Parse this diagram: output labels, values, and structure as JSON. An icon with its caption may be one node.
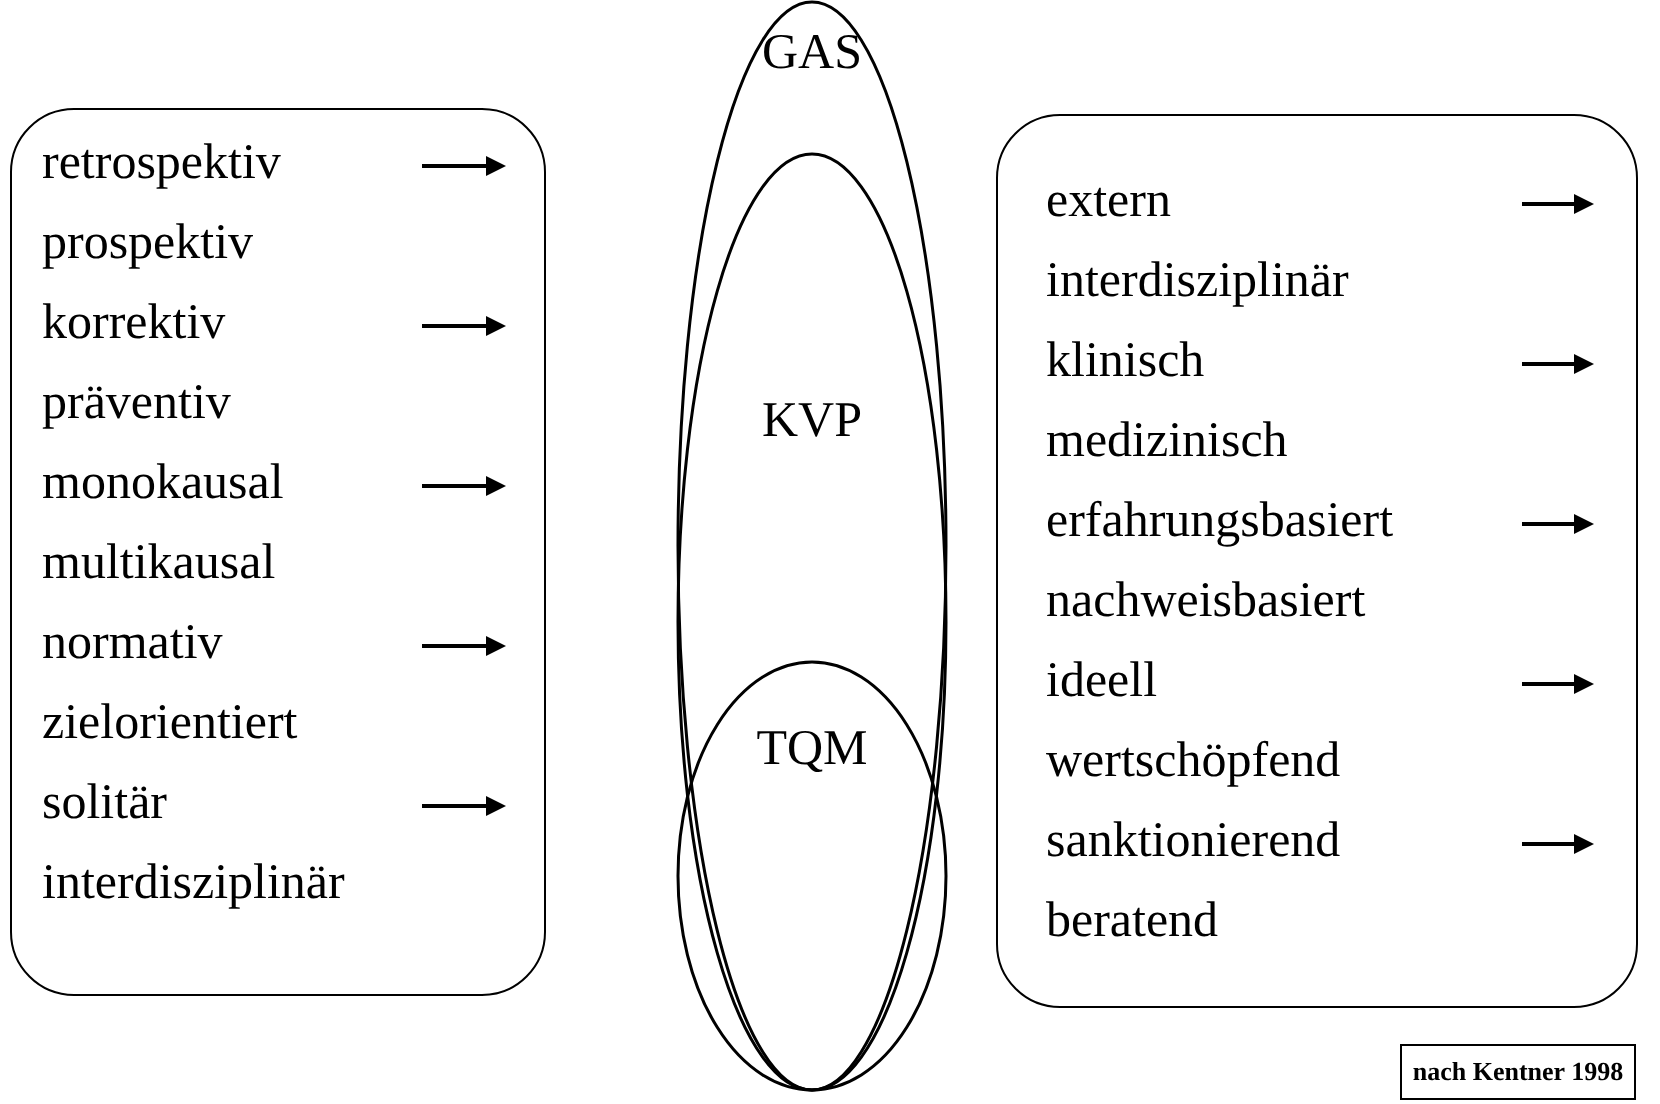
{
  "diagram": {
    "nodes": [
      {
        "text": [
          "retrospektiv",
          "prospektiv",
          "korrektiv",
          "präventiv",
          "monokausal",
          "multikausal",
          "normativ",
          "zielorientiert",
          "solitär",
          "interdisziplinär"
        ]
      },
      {
        "text": [
          "GAS"
        ]
      },
      {
        "text": [
          "KVP"
        ],
        "in": 1
      },
      {
        "text": [
          "TQM"
        ],
        "in": 2
      },
      {
        "text": [
          "extern",
          "interdisziplinär",
          "klinisch",
          "medizinisch",
          "erfahrungsbasiert",
          "nachweisbasiert",
          "ideell",
          "wertschöpfend",
          "sanktionierend",
          "beratend"
        ]
      },
      {
        "text": [
          "nach Kentner 1998"
        ]
      }
    ],
    "edges": []
  }
}
